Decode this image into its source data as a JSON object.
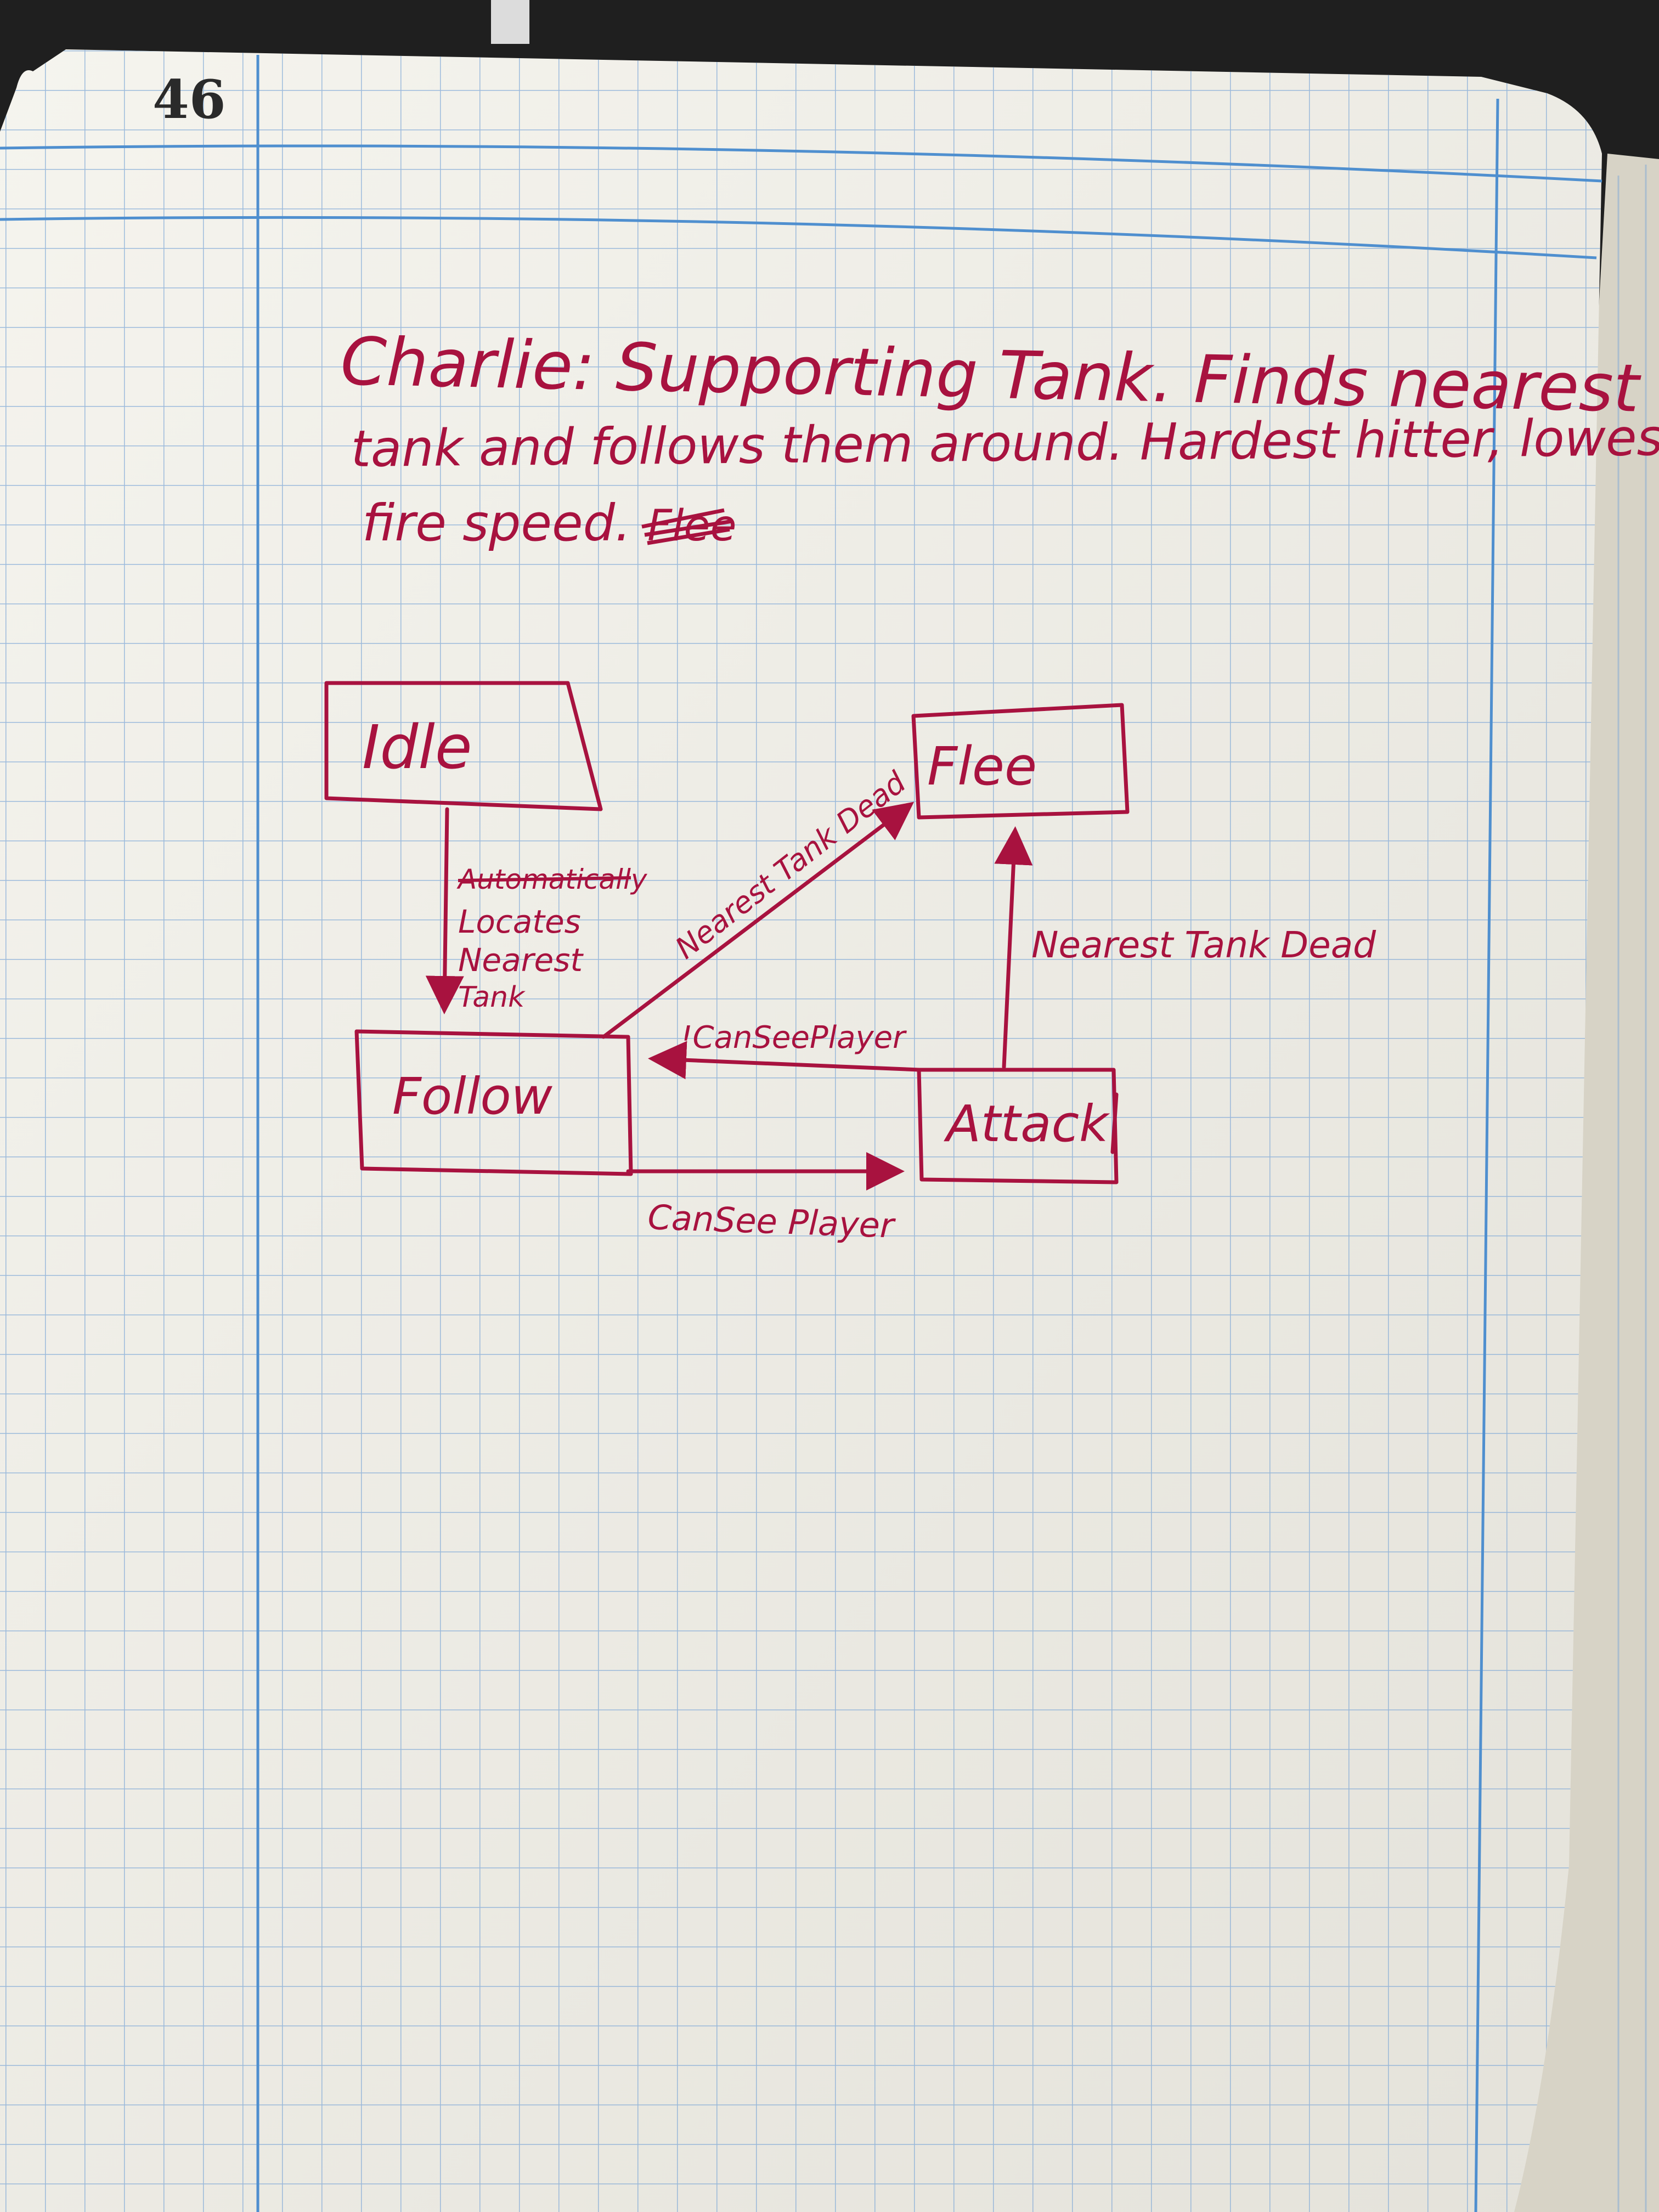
{
  "page": {
    "number": "46"
  },
  "notes": {
    "line1": "Charlie: Supporting Tank. Finds nearest",
    "line2": "tank and follows them around. Hardest hitter, lowest",
    "line3": "fire speed.",
    "struck_word": "Flee"
  },
  "diagram": {
    "states": {
      "idle": "Idle",
      "flee": "Flee",
      "follow": "Follow",
      "attack": "Attack"
    },
    "transitions": {
      "idle_to_follow_struck": "Automatically",
      "idle_to_follow_l1": "Locates",
      "idle_to_follow_l2": "Nearest",
      "idle_to_follow_l3": "Tank",
      "follow_to_flee": "Nearest Tank Dead",
      "attack_to_flee": "Nearest Tank Dead",
      "attack_to_follow": "!CanSeePlayer",
      "follow_to_attack": "CanSee Player"
    }
  },
  "colors": {
    "ink": "#a8123f",
    "grid": "#6f9fd0",
    "paper": "#f1f0ea",
    "background": "#1f1f1f"
  }
}
